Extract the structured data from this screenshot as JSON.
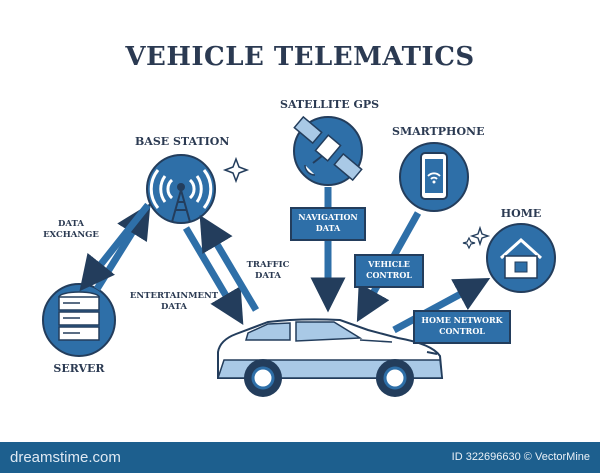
{
  "title": "VEHICLE TELEMATICS",
  "nodes": {
    "base_station": "BASE STATION",
    "satellite": "SATELLITE GPS",
    "smartphone": "SMARTPHONE",
    "home": "HOME",
    "server": "SERVER"
  },
  "edge_labels": {
    "data_exchange": [
      "DATA",
      "EXCHANGE"
    ],
    "traffic_data": [
      "TRAFFIC",
      "DATA"
    ],
    "entertainment_data": [
      "ENTERTAINMENT",
      "DATA"
    ],
    "navigation_data": [
      "NAVIGATION",
      "DATA"
    ],
    "vehicle_control": [
      "VEHICLE",
      "CONTROL"
    ],
    "home_network_control": [
      "HOME NETWORK",
      "CONTROL"
    ]
  },
  "footer": {
    "brand": "dreamstime.com",
    "id_text": "ID 322696630 © VectorMine"
  },
  "colors": {
    "primary_blue": "#2e6fa8",
    "dark_navy": "#233d5c",
    "light_blue": "#a9c9e6",
    "footer_bg": "#1d5f8e"
  }
}
